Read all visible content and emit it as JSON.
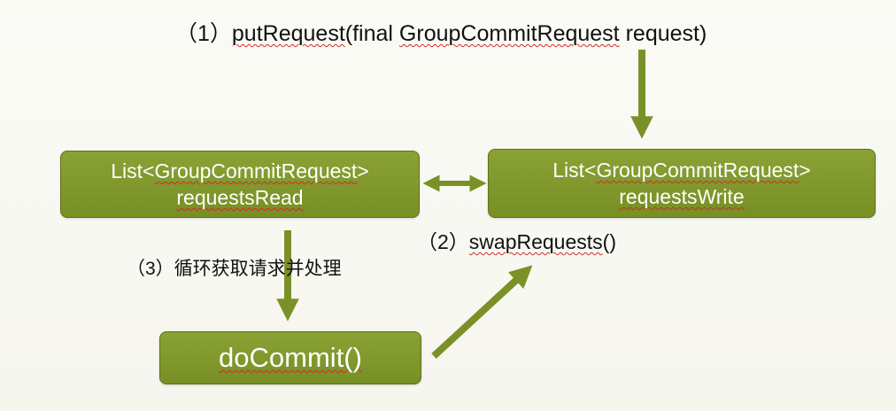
{
  "labels": {
    "put_request_prefix": "（1）",
    "put_request_name": "putRequest",
    "put_request_args_a": "(final ",
    "put_request_type": "GroupCommitRequest",
    "put_request_args_b": " request)",
    "swap_prefix": "（2）",
    "swap_name": "swapRequests",
    "swap_suffix": "()",
    "loop": "（3）循环获取请求并处理"
  },
  "boxes": {
    "read": {
      "line1_prefix": "List<",
      "line1_type": "GroupCommitRequest",
      "line1_suffix": ">",
      "line2": "requestsRead"
    },
    "write": {
      "line1_prefix": "List<",
      "line1_type": "GroupCommitRequest",
      "line1_suffix": ">",
      "line2": "requestsWrite"
    },
    "commit": {
      "label": "doCommit()"
    }
  },
  "colors": {
    "box_fill": "#7e9629",
    "arrow": "#7a9128",
    "text": "#111111",
    "squiggle": "#d22b2b"
  },
  "arrows": [
    {
      "from": "putRequest",
      "to": "requestsWrite"
    },
    {
      "from": "requestsRead",
      "to": "requestsWrite",
      "bidirectional": true
    },
    {
      "from": "requestsRead",
      "to": "doCommit"
    },
    {
      "from": "doCommit",
      "to": "swapRequests"
    }
  ]
}
